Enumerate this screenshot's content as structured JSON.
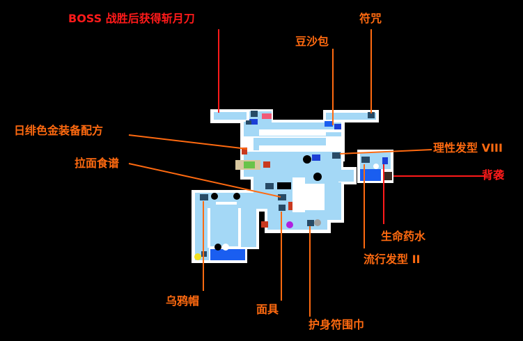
{
  "colors": {
    "background": "#000000",
    "wall": "#ffffff",
    "floor": "#a4d8f6",
    "water": "#1a5ef0",
    "orange_label": "#ff6a10",
    "red_label": "#ff1a1a",
    "line_orange": "#ff6a10",
    "line_red": "#ff1a1a",
    "chest": "#274a66",
    "blue_chest": "#1c3fd6",
    "red_chest": "#c8391f",
    "pit": "#000000",
    "purple_orb": "#b020e0",
    "yellow_orb": "#f0e020",
    "pink_tile": "#f05a78",
    "green_tile": "#69c34a"
  },
  "labels": [
    {
      "id": "boss-reward",
      "text": "BOSS 战胜后获得斩月刀",
      "color": "red"
    },
    {
      "id": "talisman",
      "text": "符咒",
      "color": "orange"
    },
    {
      "id": "bean-bun",
      "text": "豆沙包",
      "color": "orange"
    },
    {
      "id": "gold-outfit-recipe",
      "text": "日绯色金装备配方",
      "color": "orange"
    },
    {
      "id": "ramen-recipe",
      "text": "拉面食谱",
      "color": "orange"
    },
    {
      "id": "hairstyle-viii",
      "text": "理性发型 VIII",
      "color": "orange"
    },
    {
      "id": "backstab",
      "text": "背袭",
      "color": "red"
    },
    {
      "id": "life-potion",
      "text": "生命药水",
      "color": "orange"
    },
    {
      "id": "hairstyle-ii",
      "text": "流行发型 II",
      "color": "orange"
    },
    {
      "id": "crow-hat",
      "text": "乌鸦帽",
      "color": "orange"
    },
    {
      "id": "mask",
      "text": "面具",
      "color": "orange"
    },
    {
      "id": "amulet-scarf",
      "text": "护身符围巾",
      "color": "orange"
    }
  ]
}
